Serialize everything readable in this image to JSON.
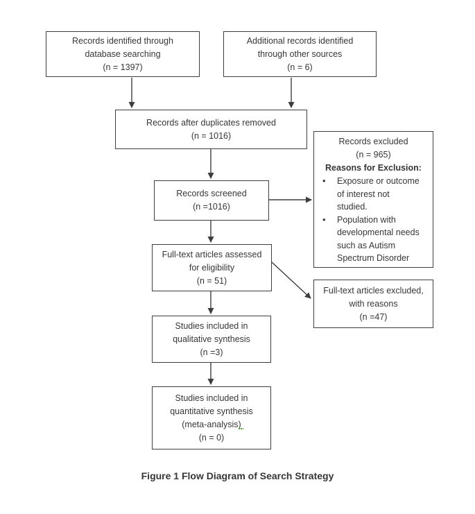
{
  "colors": {
    "background": "#ffffff",
    "border": "#3d3d3d",
    "text": "#363636",
    "arrow": "#3d3d3d",
    "squiggle_green": "#4ea72e"
  },
  "bullet_glyph": "•",
  "caption": "Figure 1 Flow Diagram of Search Strategy",
  "boxes": {
    "identified_database": {
      "text": "Records identified through\ndatabase searching\n(n = 1397)"
    },
    "identified_other": {
      "text": "Additional records identified\nthrough other sources\n(n = 6)"
    },
    "after_duplicates": {
      "text": "Records after duplicates removed\n(n = 1016)"
    },
    "screened": {
      "text": "Records screened\n(n =1016)"
    },
    "records_excluded": {
      "title": "Records excluded\n(n = 965)",
      "reasons_heading": "Reasons for Exclusion:",
      "bullets": [
        "Exposure or outcome\nof interest not\nstudied.",
        "Population with\ndevelopmental needs\nsuch as Autism\nSpectrum Disorder"
      ]
    },
    "fulltext_assessed": {
      "text": "Full-text articles assessed\nfor eligibility\n(n = 51)"
    },
    "fulltext_excluded": {
      "text": "Full-text articles excluded,\nwith reasons\n(n =47)"
    },
    "qualitative": {
      "text": "Studies included in\nqualitative synthesis\n(n =3)"
    },
    "quantitative": {
      "text": "Studies included in\nquantitative synthesis\n(meta-analysis)\n(n = 0)"
    }
  }
}
